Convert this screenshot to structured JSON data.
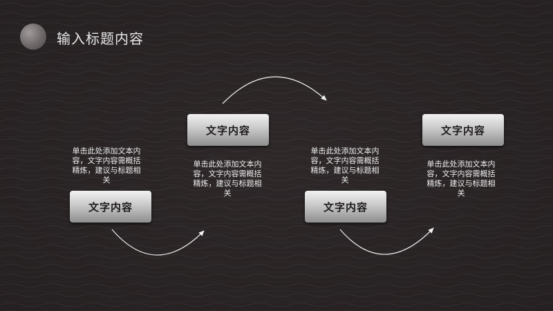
{
  "slide": {
    "title": "输入标题内容"
  },
  "steps": [
    {
      "label": "文字内容",
      "description": "单击此处添加文本内容，文字内容需概括精炼，建议与标题相关"
    },
    {
      "label": "文字内容",
      "description": "单击此处添加文本内容，文字内容需概括精炼，建议与标题相关"
    },
    {
      "label": "文字内容",
      "description": "单击此处添加文本内容，文字内容需概括精炼，建议与标题相关"
    },
    {
      "label": "文字内容",
      "description": "单击此处添加文本内容，文字内容需概括精炼，建议与标题相关"
    }
  ]
}
